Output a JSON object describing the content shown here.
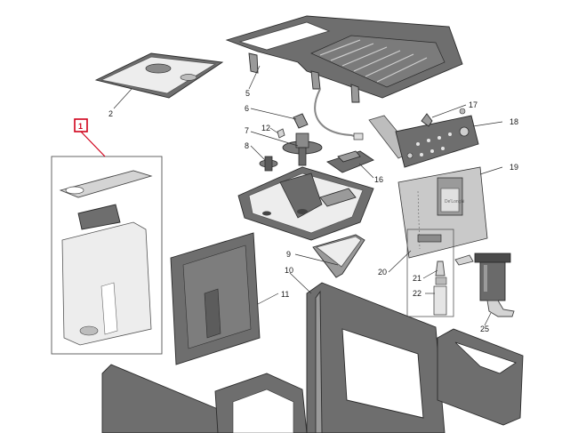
{
  "callout": {
    "label": "1"
  },
  "parts": [
    {
      "id": "p2",
      "label": "2"
    },
    {
      "id": "p5",
      "label": "5"
    },
    {
      "id": "p6",
      "label": "6"
    },
    {
      "id": "p7",
      "label": "7"
    },
    {
      "id": "p8",
      "label": "8"
    },
    {
      "id": "p9",
      "label": "9"
    },
    {
      "id": "p10",
      "label": "10"
    },
    {
      "id": "p11",
      "label": "11"
    },
    {
      "id": "p12",
      "label": "12"
    },
    {
      "id": "p16",
      "label": "16"
    },
    {
      "id": "p17",
      "label": "17"
    },
    {
      "id": "p18",
      "label": "18"
    },
    {
      "id": "p19",
      "label": "19"
    },
    {
      "id": "p20",
      "label": "20"
    },
    {
      "id": "p21",
      "label": "21"
    },
    {
      "id": "p22",
      "label": "22"
    },
    {
      "id": "p25",
      "label": "25"
    }
  ],
  "colors": {
    "callout_red": "#d0021b",
    "part_dark": "#6e6e6e",
    "part_light": "#d4d4d4"
  }
}
